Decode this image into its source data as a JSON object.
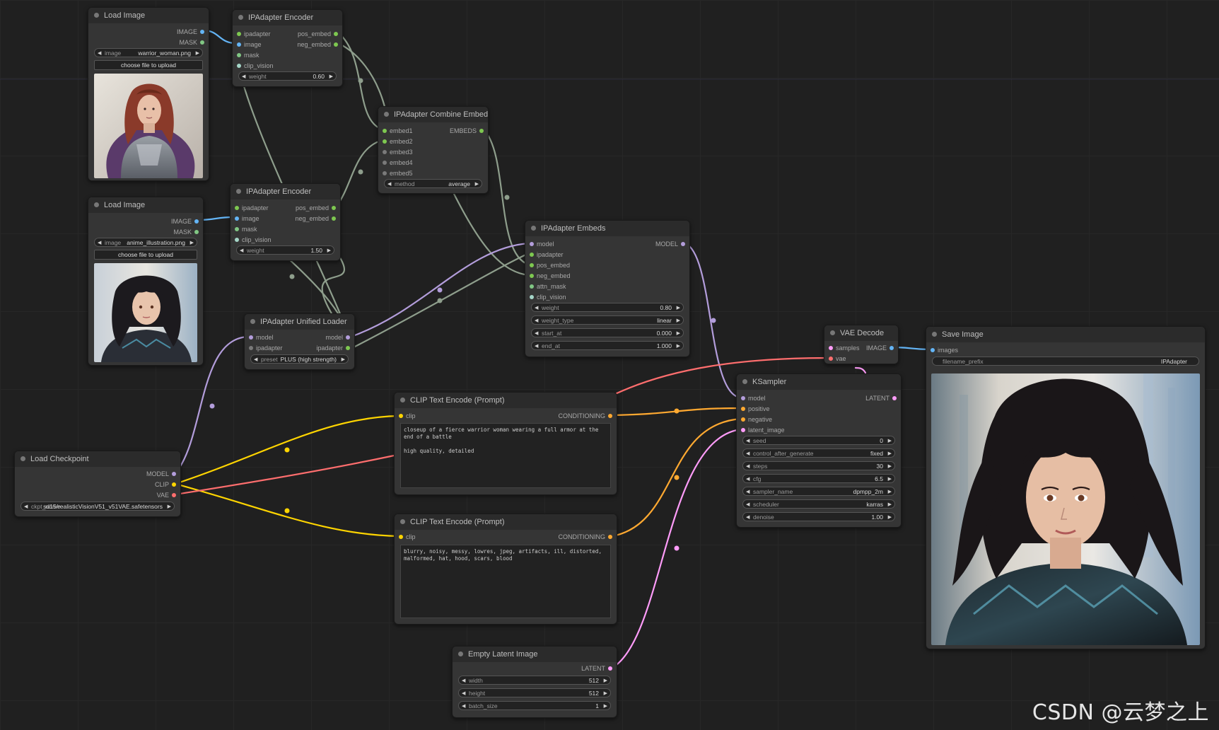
{
  "colors": {
    "image": "#64b5f6",
    "mask": "#81c784",
    "embeds": "#7ec850",
    "ipadapter_wire": "#8e9e8c",
    "model": "#b39ddb",
    "clip": "#ffd500",
    "vae": "#ff6e6e",
    "conditioning": "#ffa931",
    "latent": "#ff9cf9"
  },
  "nodes": {
    "load_image_1": {
      "title": "Load Image",
      "out_image": "IMAGE",
      "out_mask": "MASK",
      "image_label": "image",
      "image_value": "warrior_woman.png",
      "upload_label": "choose file to upload"
    },
    "ipa_encoder_1": {
      "title": "IPAdapter Encoder",
      "in_ipadapter": "ipadapter",
      "in_image": "image",
      "in_mask": "mask",
      "in_clip_vision": "clip_vision",
      "out_pos": "pos_embed",
      "out_neg": "neg_embed",
      "weight_label": "weight",
      "weight_value": "0.60"
    },
    "combine_embeds": {
      "title": "IPAdapter Combine Embeds",
      "in_embed1": "embed1",
      "in_embed2": "embed2",
      "in_embed3": "embed3",
      "in_embed4": "embed4",
      "in_embed5": "embed5",
      "out_embeds": "EMBEDS",
      "method_label": "method",
      "method_value": "average"
    },
    "load_image_2": {
      "title": "Load Image",
      "out_image": "IMAGE",
      "out_mask": "MASK",
      "image_label": "image",
      "image_value": "anime_illustration.png",
      "upload_label": "choose file to upload"
    },
    "ipa_encoder_2": {
      "title": "IPAdapter Encoder",
      "in_ipadapter": "ipadapter",
      "in_image": "image",
      "in_mask": "mask",
      "in_clip_vision": "clip_vision",
      "out_pos": "pos_embed",
      "out_neg": "neg_embed",
      "weight_label": "weight",
      "weight_value": "1.50"
    },
    "ipa_embeds": {
      "title": "IPAdapter Embeds",
      "in_model": "model",
      "in_ipadapter": "ipadapter",
      "in_pos": "pos_embed",
      "in_neg": "neg_embed",
      "in_attn": "attn_mask",
      "in_clip_vision": "clip_vision",
      "out_model": "MODEL",
      "weight_label": "weight",
      "weight_value": "0.80",
      "weight_type_label": "weight_type",
      "weight_type_value": "linear",
      "start_label": "start_at",
      "start_value": "0.000",
      "end_label": "end_at",
      "end_value": "1.000"
    },
    "unified_loader": {
      "title": "IPAdapter Unified Loader",
      "in_model": "model",
      "in_ipadapter": "ipadapter",
      "out_model": "model",
      "out_ipadapter": "ipadapter",
      "preset_label": "preset",
      "preset_value": "PLUS (high strength)"
    },
    "clip_pos": {
      "title": "CLIP Text Encode (Prompt)",
      "in_clip": "clip",
      "out_cond": "CONDITIONING",
      "text": "closeup of a fierce warrior woman wearing a full armor at the end of a battle\n\nhigh quality, detailed"
    },
    "clip_neg": {
      "title": "CLIP Text Encode (Prompt)",
      "in_clip": "clip",
      "out_cond": "CONDITIONING",
      "text": "blurry, noisy, messy, lowres, jpeg, artifacts, ill, distorted, malformed, hat, hood, scars, blood"
    },
    "load_checkpoint": {
      "title": "Load Checkpoint",
      "out_model": "MODEL",
      "out_clip": "CLIP",
      "out_vae": "VAE",
      "ckpt_label": "ckpt_name",
      "ckpt_value": "sd15/realisticVisionV51_v51VAE.safetensors"
    },
    "vae_decode": {
      "title": "VAE Decode",
      "in_samples": "samples",
      "in_vae": "vae",
      "out_image": "IMAGE"
    },
    "ksampler": {
      "title": "KSampler",
      "in_model": "model",
      "in_positive": "positive",
      "in_negative": "negative",
      "in_latent": "latent_image",
      "out_latent": "LATENT",
      "seed_label": "seed",
      "seed_value": "0",
      "control_label": "control_after_generate",
      "control_value": "fixed",
      "steps_label": "steps",
      "steps_value": "30",
      "cfg_label": "cfg",
      "cfg_value": "6.5",
      "sampler_label": "sampler_name",
      "sampler_value": "dpmpp_2m",
      "scheduler_label": "scheduler",
      "scheduler_value": "karras",
      "denoise_label": "denoise",
      "denoise_value": "1.00"
    },
    "save_image": {
      "title": "Save Image",
      "in_images": "images",
      "prefix_label": "filename_prefix",
      "prefix_value": "IPAdapter"
    },
    "empty_latent": {
      "title": "Empty Latent Image",
      "out_latent": "LATENT",
      "width_label": "width",
      "width_value": "512",
      "height_label": "height",
      "height_value": "512",
      "batch_label": "batch_size",
      "batch_value": "1"
    }
  },
  "watermark": "CSDN @云梦之上"
}
